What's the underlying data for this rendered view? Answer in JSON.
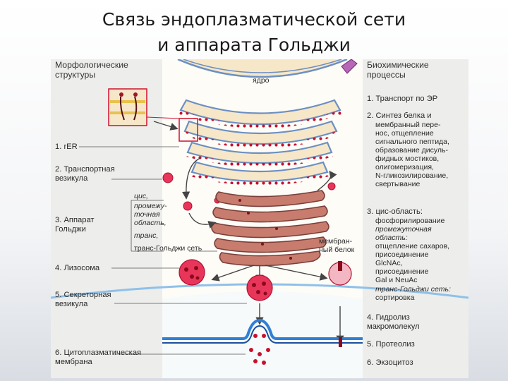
{
  "title": {
    "line1": "Связь эндоплазматической сети",
    "line2": "и аппарата Гольджи"
  },
  "figure": {
    "left_header": "Морфологические\nструктуры",
    "right_header": "Биохимические\nпроцессы",
    "nucleus_label": "ядро",
    "left_labels": {
      "rer": "1. rER",
      "vesicle": "2. Транспортная\n    везикула",
      "golgi": "3. Аппарат\n    Гольджи",
      "lysosome": "4. Лизосома",
      "secretory": "5. Секреторная\n    везикула",
      "membrane": "6. Цитоплазматическая\n    мембрана"
    },
    "golgi_regions": {
      "cis": "цис,",
      "intermediate": "промежу-\nточная\nобласть,",
      "trans": "транс,",
      "trans_network": "транс-Гольджи сеть"
    },
    "membrane_protein": "мембран-\nный белок",
    "right_items": {
      "p1": "1. Транспорт по ЭР",
      "p2_title": "2. Синтез белка и",
      "p2_text": "мембранный пере-\nнос, отщепление\nсигнального пептида,\nобразование дисуль-\nфидных мостиков,\nолигомеризация,\nN-гликозилирование,\nсвертывание",
      "p3_title": "3. цис-область:",
      "p3_a": "фосфорилирование",
      "p3_b": "промежуточная\nобласть:",
      "p3_c": "отщепление сахаров,\nприсоединение\nGlcNAc,\nприсоединение\nGal и NeuAc",
      "p3_d": "транс-Гольджи сеть:",
      "p3_e": "сортировка",
      "p4": "4. Гидролиз\n    макромолекул",
      "p5": "5. Протеолиз",
      "p6": "6. Экзоцитоз"
    }
  },
  "colors": {
    "er_fill": "#f6e7c9",
    "er_outline": "#6c8fc2",
    "golgi_fill": "#c77c6e",
    "golgi_outline": "#7a3e3a",
    "vesicle_fill": "#e8365a",
    "membrane": "#2f7fd6",
    "cytosol_line": "#8fc0ea"
  }
}
